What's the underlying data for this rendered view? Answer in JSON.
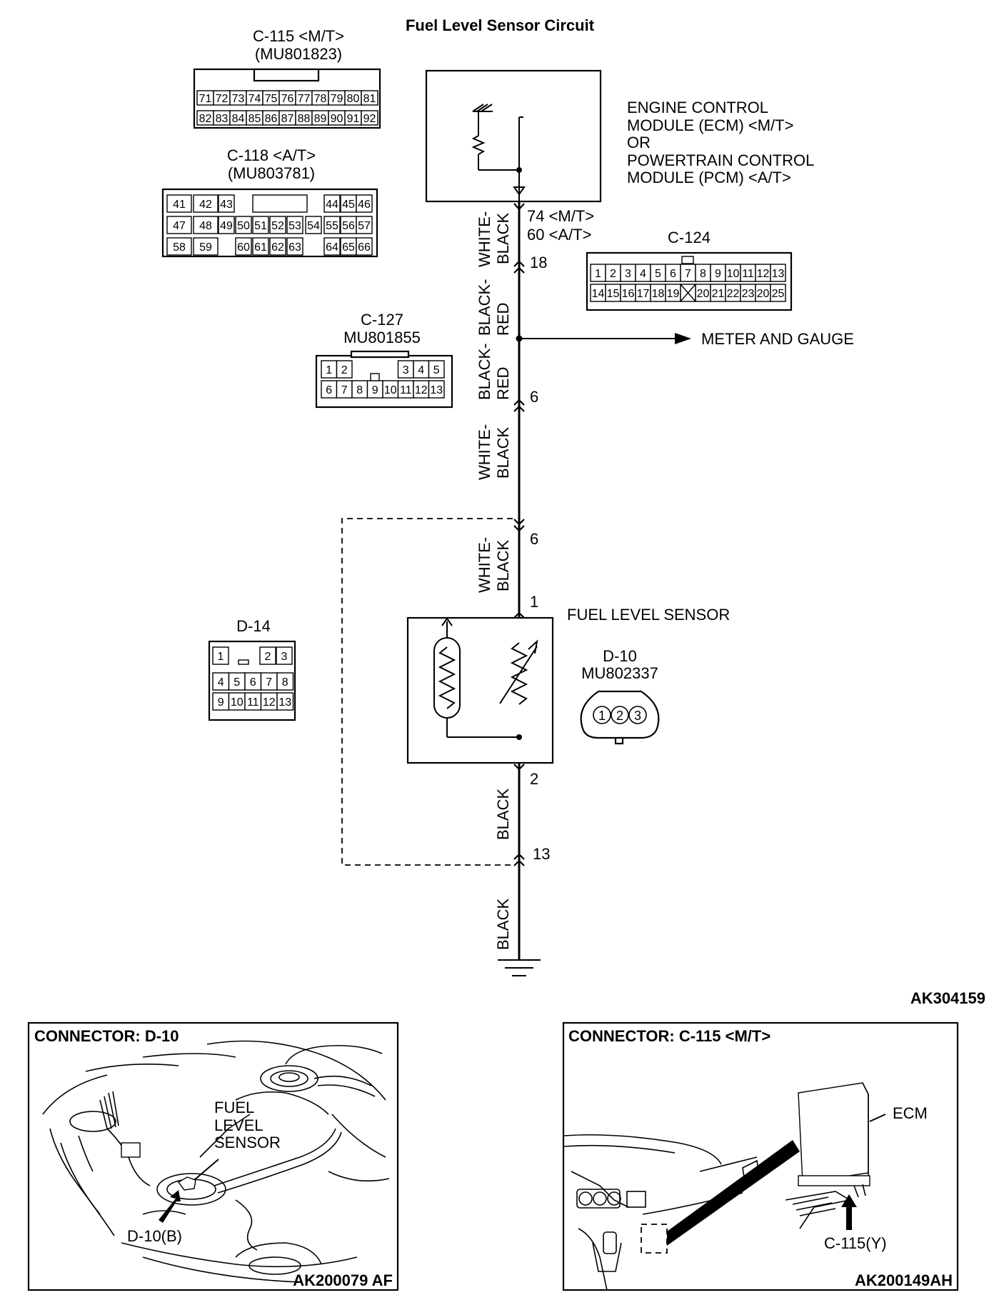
{
  "title": "Fuel Level Sensor Circuit",
  "figure_id": "AK304159",
  "connectors": {
    "c115": {
      "name": "C-115 <M/T>",
      "part": "(MU801823)",
      "row1": [
        "71",
        "72",
        "73",
        "74",
        "75",
        "76",
        "77",
        "78",
        "79",
        "80",
        "81"
      ],
      "row2": [
        "82",
        "83",
        "84",
        "85",
        "86",
        "87",
        "88",
        "89",
        "90",
        "91",
        "92"
      ]
    },
    "c118": {
      "name": "C-118 <A/T>",
      "part": "(MU803781)",
      "row1": [
        "41",
        "42",
        "43",
        "",
        "",
        "",
        "",
        "44",
        "45",
        "46"
      ],
      "row2": [
        "47",
        "48",
        "49",
        "50",
        "51",
        "52",
        "53",
        "54",
        "55",
        "56",
        "57"
      ],
      "row3": [
        "58",
        "59",
        "",
        "60",
        "61",
        "62",
        "63",
        "",
        "64",
        "65",
        "66"
      ]
    },
    "c124": {
      "name": "C-124",
      "row1": [
        "1",
        "2",
        "3",
        "4",
        "5",
        "6",
        "7",
        "8",
        "9",
        "10",
        "11",
        "12",
        "13"
      ],
      "row2": [
        "14",
        "15",
        "16",
        "17",
        "18",
        "19",
        "",
        "20",
        "21",
        "22",
        "23",
        "20",
        "25"
      ]
    },
    "c127": {
      "name": "C-127",
      "part": "MU801855",
      "row1": [
        "1",
        "2",
        "",
        "",
        "",
        "3",
        "4",
        "5"
      ],
      "row2": [
        "6",
        "7",
        "8",
        "9",
        "10",
        "11",
        "12",
        "13"
      ]
    },
    "d14": {
      "name": "D-14",
      "row1": [
        "1",
        "",
        "2",
        "3"
      ],
      "row2": [
        "4",
        "5",
        "6",
        "7",
        "8"
      ],
      "row3": [
        "9",
        "10",
        "11",
        "12",
        "13"
      ]
    },
    "d10": {
      "name": "D-10",
      "part": "MU802337",
      "pins": [
        "1",
        "2",
        "3"
      ]
    }
  },
  "ecm": {
    "line1": "ENGINE CONTROL",
    "line2": "MODULE (ECM) <M/T>",
    "line3": "OR",
    "line4": "POWERTRAIN CONTROL",
    "line5": "MODULE (PCM) <A/T>"
  },
  "wires": {
    "w1a": "WHITE-",
    "w1b": "BLACK",
    "w2a": "BLACK-",
    "w2b": "RED",
    "w3a": "BLACK-",
    "w3b": "RED",
    "w4a": "WHITE-",
    "w4b": "BLACK",
    "w5a": "WHITE-",
    "w5b": "BLACK",
    "w6": "BLACK",
    "w7": "BLACK"
  },
  "pins": {
    "ecm_mt": "74 <M/T>",
    "ecm_at": "60 <A/T>",
    "p18": "18",
    "p6a": "6",
    "p6b": "6",
    "p1": "1",
    "p2": "2",
    "p13": "13"
  },
  "meter_label": "METER AND GAUGE",
  "sensor_label": "FUEL LEVEL SENSOR",
  "panel_left": {
    "title": "CONNECTOR: D-10",
    "label1": "FUEL",
    "label2": "LEVEL",
    "label3": "SENSOR",
    "conn": "D-10(B)",
    "code": "AK200079 AF"
  },
  "panel_right": {
    "title": "CONNECTOR: C-115 <M/T>",
    "ecm": "ECM",
    "conn": "C-115(Y)",
    "code": "AK200149AH"
  }
}
